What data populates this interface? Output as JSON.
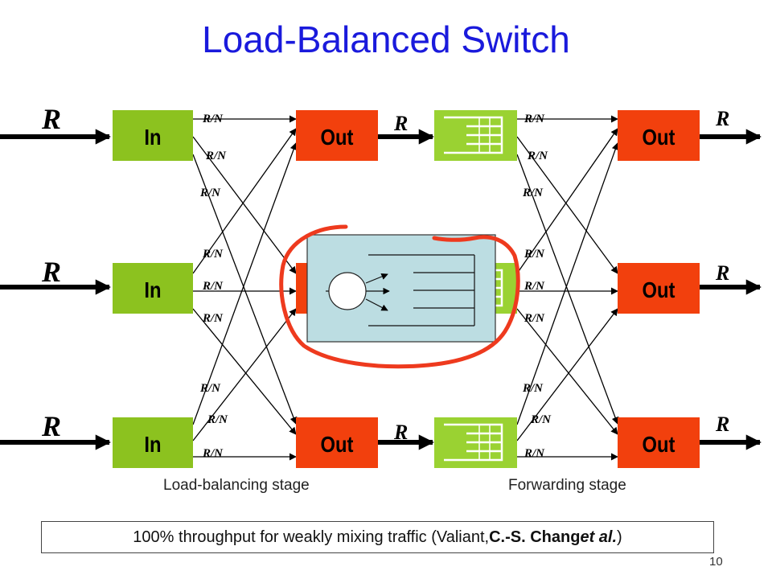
{
  "title": "Load-Balanced Switch",
  "in_label": "In",
  "out_label": "Out",
  "rate_label": "R",
  "link_rate_label": "R/N",
  "stages": {
    "load_balancing": "Load-balancing stage",
    "forwarding": "Forwarding stage"
  },
  "footnote": {
    "before": "100% throughput for weakly mixing traffic (Valiant, ",
    "authors": "C.-S. Chang ",
    "etal": "et al.",
    "after": ")"
  },
  "page_number": "10",
  "colors": {
    "title": "#1a1adc",
    "input_box": "#8cc21f",
    "output_box": "#f2400d",
    "voq_box": "#9ad232",
    "overlay": "#bcdde2",
    "annotation": "#ee3a1e"
  }
}
